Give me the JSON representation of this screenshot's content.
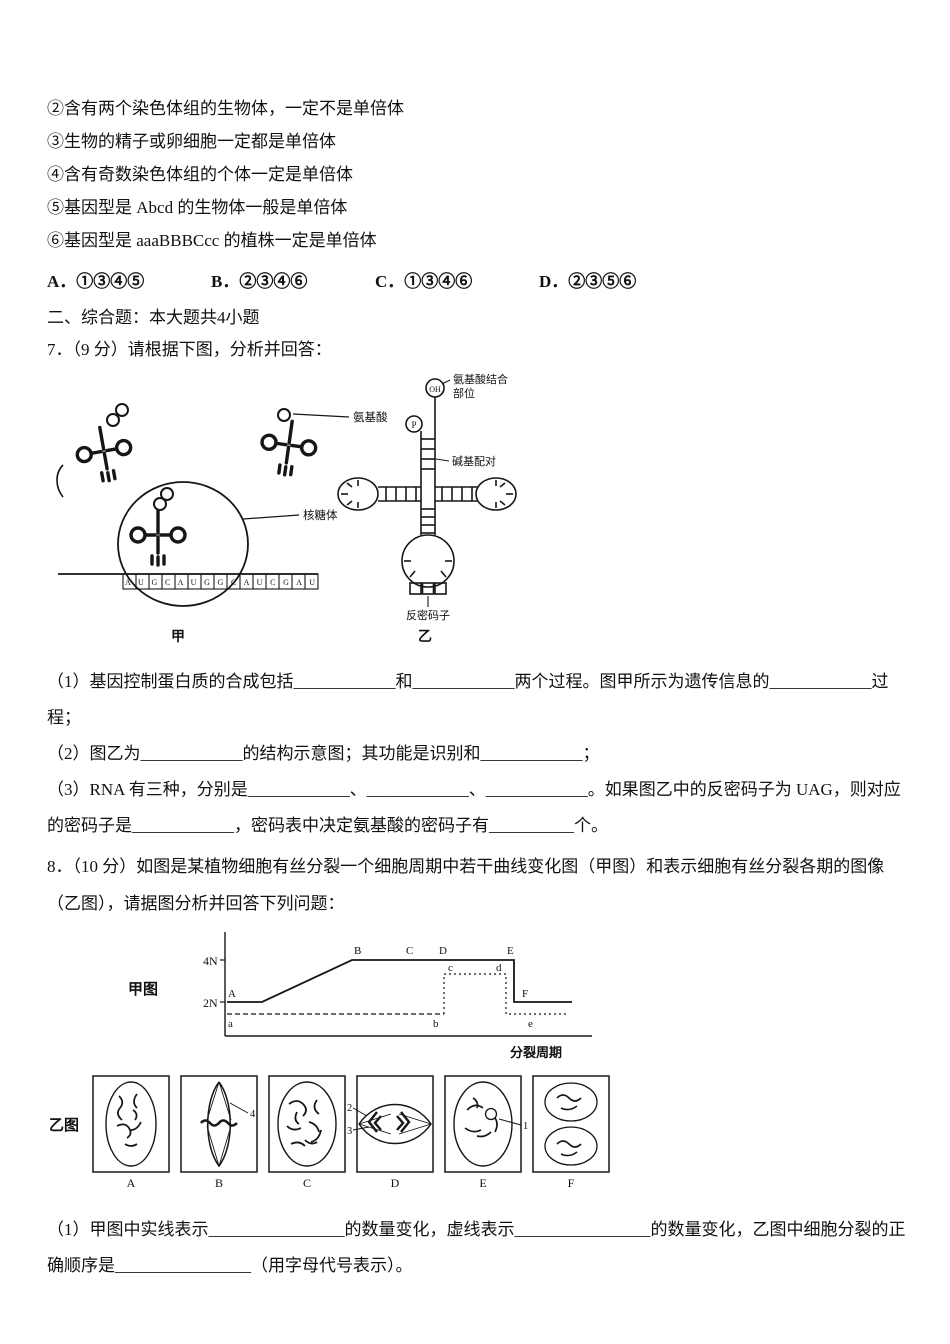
{
  "quiz": {
    "statements": [
      "②含有两个染色体组的生物体，一定不是单倍体",
      "③生物的精子或卵细胞一定都是单倍体",
      "④含有奇数染色体组的个体一定是单倍体",
      "⑤基因型是 Abcd 的生物体一般是单倍体",
      "⑥基因型是 aaaBBBCcc 的植株一定是单倍体"
    ],
    "options": [
      "A．①③④⑤",
      "B．②③④⑥",
      "C．①③④⑥",
      "D．②③⑤⑥"
    ],
    "section_header": "二、综合题：本大题共4小题"
  },
  "q7": {
    "stem": "7．（9 分）请根据下图，分析并回答：",
    "figure": {
      "amino_acid": "氨基酸",
      "ribosome": "核糖体",
      "mrna_sequence": "A U G C A U G G C A U C G A U",
      "left_caption": "甲",
      "right_caption": "乙",
      "binding_site_line1": "氨基酸结合",
      "binding_site_line2": "部位",
      "oh": "OH",
      "p": "P",
      "base_pairing": "碱基配对",
      "anticodon": "反密码子"
    },
    "parts": [
      "（1）基因控制蛋白质的合成包括____________和____________两个过程。图甲所示为遗传信息的____________过程；",
      "（2）图乙为____________的结构示意图；其功能是识别和____________；",
      "（3）RNA 有三种，分别是____________、____________、____________。如果图乙中的反密码子为 UAG，则对应的密码子是____________，密码表中决定氨基酸的密码子有__________个。"
    ]
  },
  "q8": {
    "stem": "8．（10 分）如图是某植物细胞有丝分裂一个细胞周期中若干曲线变化图（甲图）和表示细胞有丝分裂各期的图像（乙图），请据图分析并回答下列问题：",
    "chart": {
      "caption": "甲图",
      "y_ticks": [
        "4N",
        "2N"
      ],
      "x_label": "分裂周期",
      "upper_points": [
        "A",
        "B",
        "C",
        "D",
        "E",
        "F"
      ],
      "lower_points": [
        "a",
        "b",
        "c",
        "d",
        "e"
      ]
    },
    "cells": {
      "caption": "乙图",
      "labels": [
        "A",
        "B",
        "C",
        "D",
        "E",
        "F"
      ],
      "callouts": [
        "1",
        "2",
        "3",
        "4"
      ]
    },
    "parts": [
      "（1）甲图中实线表示________________的数量变化，虚线表示________________的数量变化，乙图中细胞分裂的正确顺序是________________（用字母代号表示）。"
    ]
  }
}
